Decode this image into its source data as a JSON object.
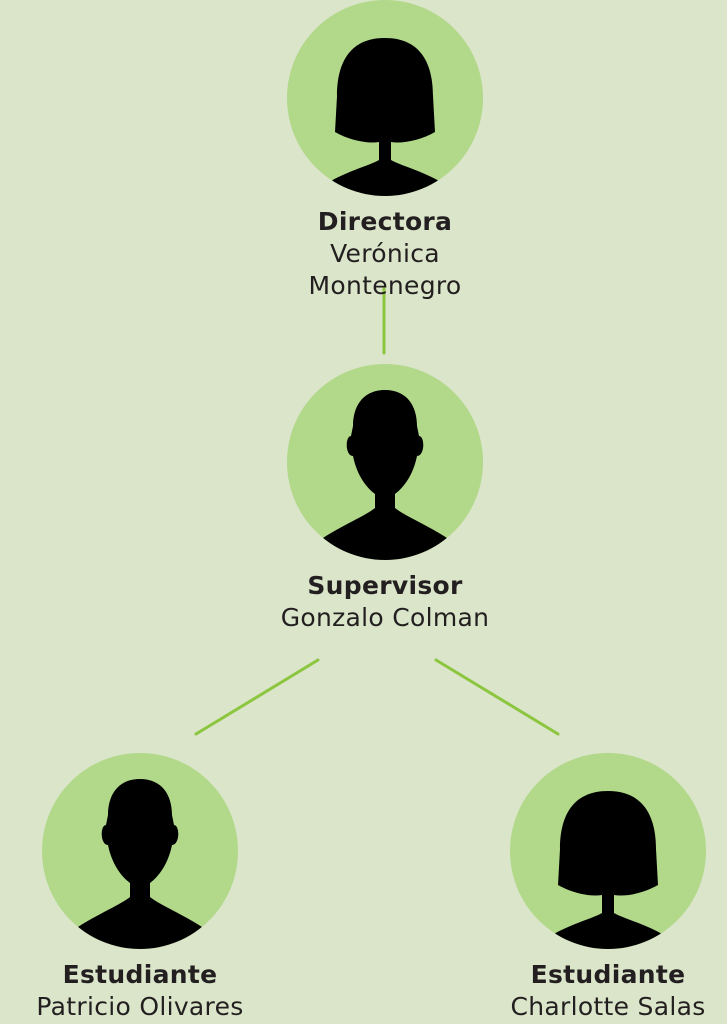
{
  "nodes": [
    {
      "role": "Directora",
      "name": "Verónica Montenegro",
      "icon": "woman-silhouette-icon"
    },
    {
      "role": "Supervisor",
      "name": "Gonzalo Colman",
      "icon": "man-silhouette-icon"
    },
    {
      "role": "Estudiante",
      "name": "Patricio Olivares",
      "icon": "man-silhouette-icon"
    },
    {
      "role": "Estudiante",
      "name": "Charlotte Salas",
      "icon": "woman-silhouette-icon"
    }
  ],
  "colors": {
    "background": "#dae5c9",
    "avatar_fill": "#b2d88a",
    "connector": "#8cc63f",
    "silhouette": "#000000",
    "text": "#231f20"
  }
}
